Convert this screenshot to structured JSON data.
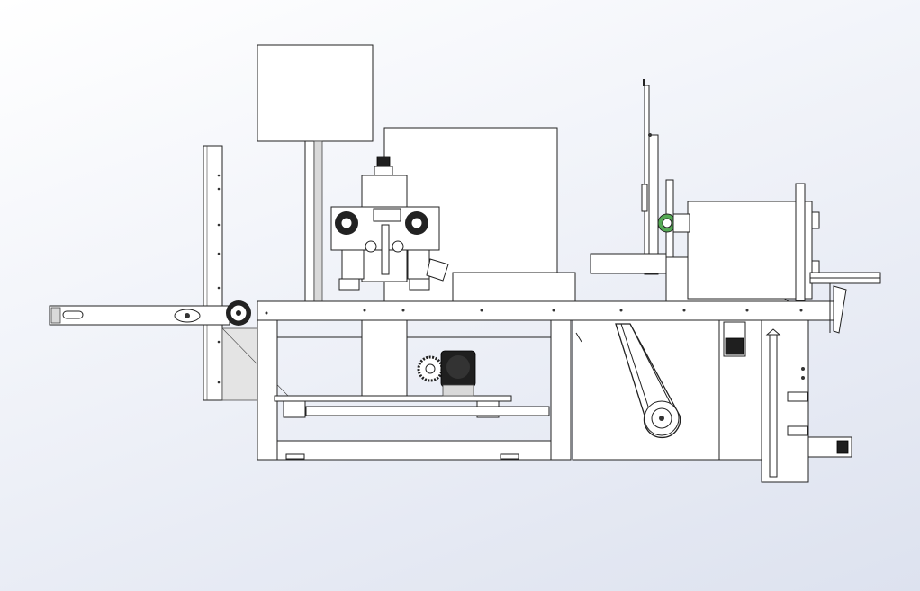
{
  "viewport": {
    "background_top": "#ffffff",
    "background_bottom": "#dde2ef",
    "line_color": "#222222"
  },
  "drawing": {
    "subject": "packaging-machine-side-view",
    "components": [
      "base-frame",
      "top-conveyor-rail",
      "left-vertical-column",
      "left-extension-arm",
      "sprocket-wheel",
      "upper-panel-box",
      "rear-panel",
      "center-roller-assembly",
      "drive-motor",
      "belt-drive",
      "right-housing",
      "right-guide-rail",
      "right-slider-bracket"
    ]
  }
}
